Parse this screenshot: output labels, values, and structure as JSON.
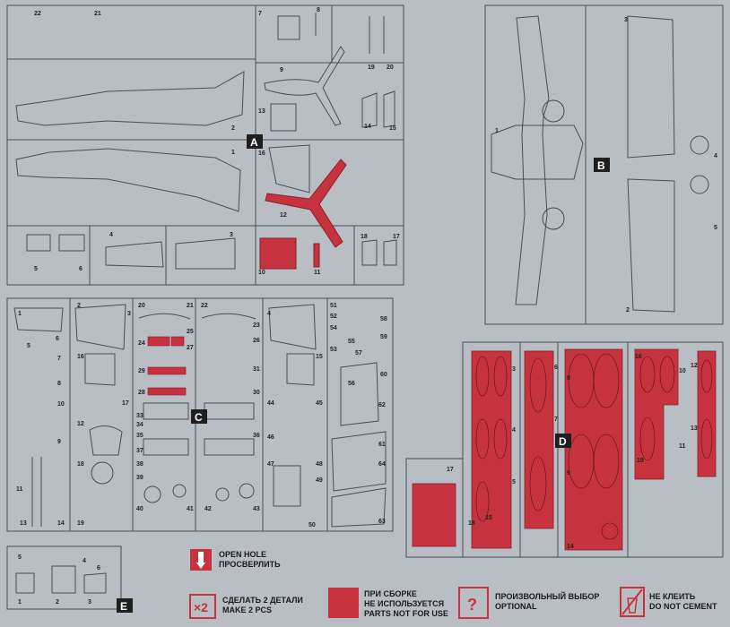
{
  "sprues": {
    "A": {
      "letter": "A",
      "labels": [
        "22",
        "21",
        "7",
        "8",
        "19",
        "20",
        "9",
        "2",
        "13",
        "14",
        "15",
        "1",
        "16",
        "12",
        "4",
        "3",
        "5",
        "6",
        "10",
        "11",
        "18",
        "17"
      ]
    },
    "B": {
      "letter": "B",
      "labels": [
        "3",
        "1",
        "4",
        "5",
        "2"
      ]
    },
    "C": {
      "letter": "C",
      "labels": [
        "1",
        "2",
        "5",
        "6",
        "7",
        "8",
        "16",
        "17",
        "10",
        "12",
        "9",
        "18",
        "11",
        "13",
        "14",
        "19",
        "20",
        "21",
        "22",
        "23",
        "24",
        "25",
        "26",
        "27",
        "29",
        "31",
        "28",
        "30",
        "33",
        "34",
        "35",
        "36",
        "37",
        "38",
        "39",
        "40",
        "41",
        "42",
        "43",
        "44",
        "45",
        "46",
        "47",
        "48",
        "49",
        "50",
        "51",
        "52",
        "53",
        "54",
        "55",
        "56",
        "57",
        "58",
        "59",
        "60",
        "61",
        "62",
        "63",
        "64",
        "3",
        "4",
        "15"
      ]
    },
    "D": {
      "letter": "D",
      "labels": [
        "3",
        "4",
        "5",
        "6",
        "7",
        "8",
        "9",
        "10",
        "11",
        "12",
        "13",
        "14",
        "15",
        "16",
        "17",
        "18",
        "19"
      ]
    },
    "E": {
      "letter": "E",
      "labels": [
        "1",
        "2",
        "3",
        "4",
        "5",
        "6"
      ]
    }
  },
  "legend": {
    "open_hole": {
      "line1": "OPEN HOLE",
      "line2": "ПРОСВЕРЛИТЬ"
    },
    "make_two": {
      "icon": "×2",
      "line1": "СДЕЛАТЬ 2 ДЕТАЛИ",
      "line2": "MAKE 2 PCS"
    },
    "not_for_use": {
      "line1": "ПРИ СБОРКЕ",
      "line2": "НЕ ИСПОЛЬЗУЕТСЯ",
      "line3": "PARTS NOT FOR USE"
    },
    "optional": {
      "icon": "?",
      "line1": "ПРОИЗВОЛЬНЫЙ ВЫБОР",
      "line2": "OPTIONAL"
    },
    "do_not_cement": {
      "line1": "НЕ КЛЕИТЬ",
      "line2": "DO NOT CEMENT"
    }
  },
  "colors": {
    "background": "#b9bdc4",
    "line": "#4a4d52",
    "red": "#c7323f",
    "tag": "#1f1f1f"
  }
}
